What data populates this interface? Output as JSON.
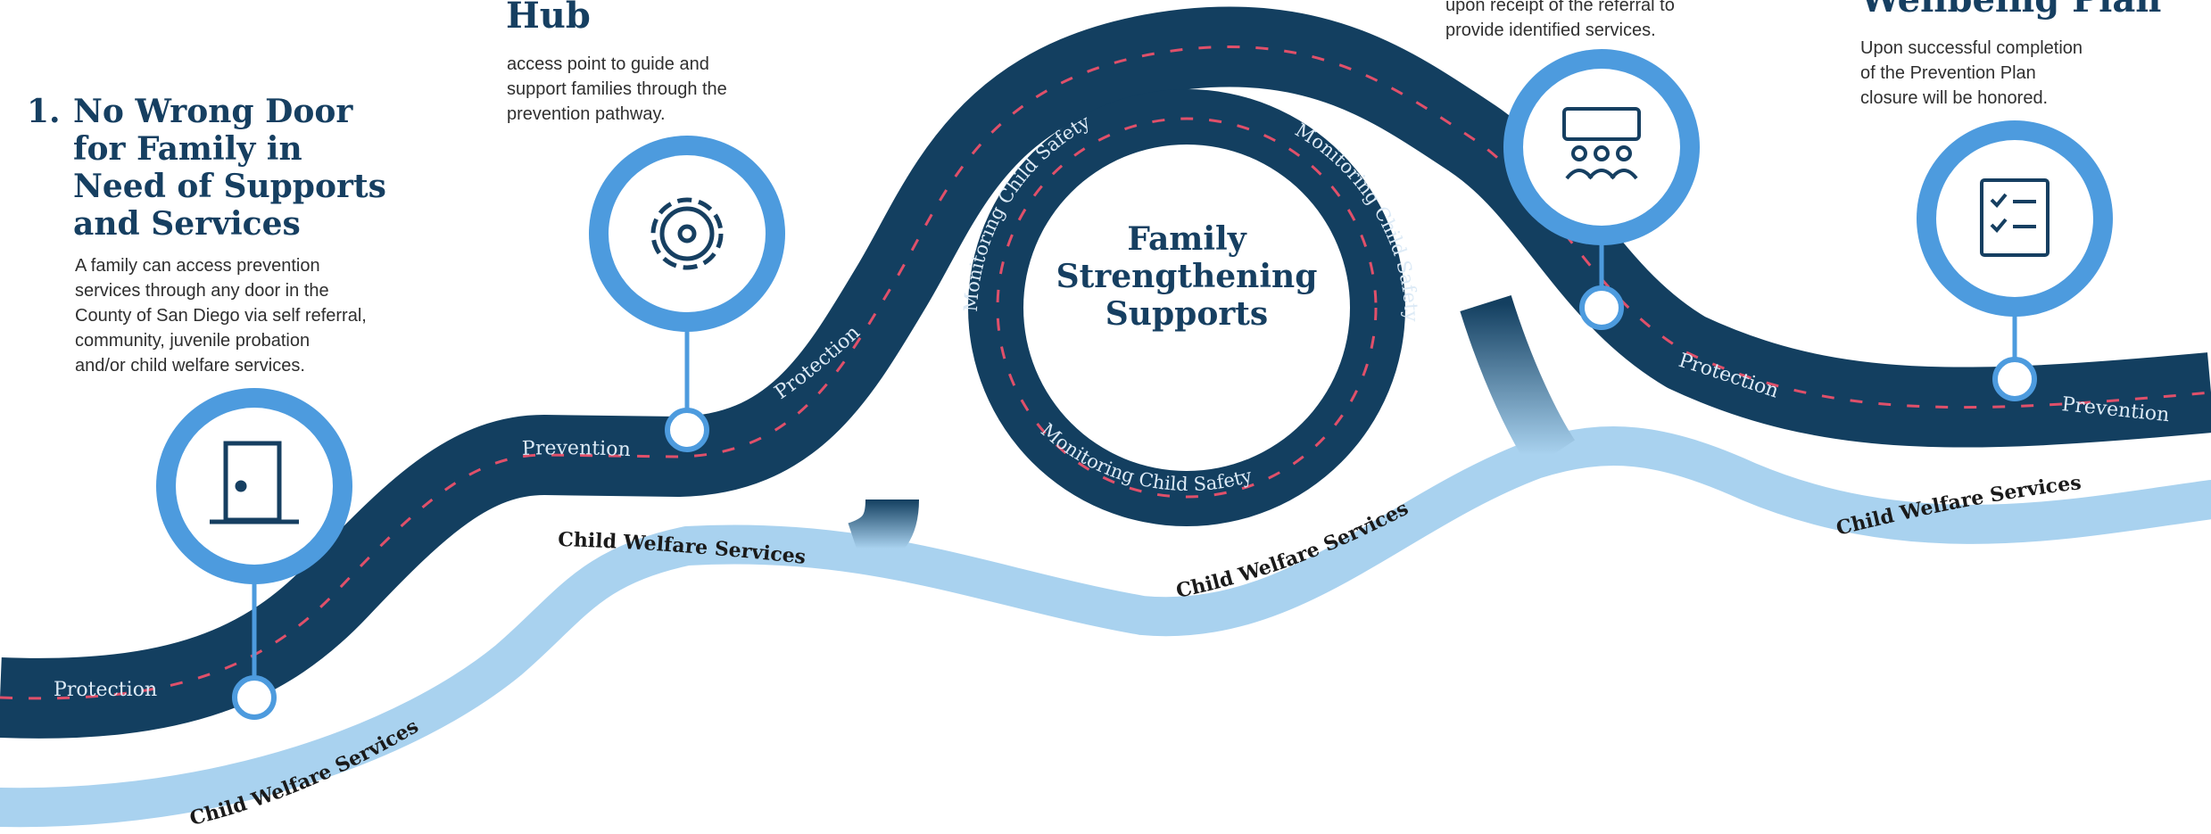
{
  "colors": {
    "road": "#133f60",
    "branch": "#a9d2ef",
    "dash": "#e0506a",
    "marker": "#4d9bde",
    "title": "#163f61"
  },
  "steps": [
    {
      "number": "1.",
      "title_lines": [
        "No Wrong Door",
        "for Family in",
        "Need of Supports",
        "and Services"
      ],
      "description": "A family can access prevention\nservices through any door in the\nCounty of San Diego via self referral,\ncommunity, juvenile probation\nand/or child welfare services.",
      "icon": "door-icon"
    },
    {
      "title_lines": [
        "Hub"
      ],
      "description": "access point to guide and\nsupport families through the\nprevention pathway.",
      "icon": "gear-icon"
    },
    {
      "description": "upon receipt of the referral to\nprovide identified services.",
      "icon": "group-meeting-icon"
    },
    {
      "title_lines": [
        "Wellbeing Plan"
      ],
      "description": "Upon successful completion\nof the Prevention Plan\nclosure will be honored.",
      "icon": "checklist-icon"
    }
  ],
  "center": {
    "lines": [
      "Family",
      "Strengthening",
      "Supports"
    ],
    "ring_label": "Monitoring Child Safety"
  },
  "road_labels": {
    "protection": "Protection",
    "prevention": "Prevention",
    "child_welfare": "Child Welfare Services"
  }
}
